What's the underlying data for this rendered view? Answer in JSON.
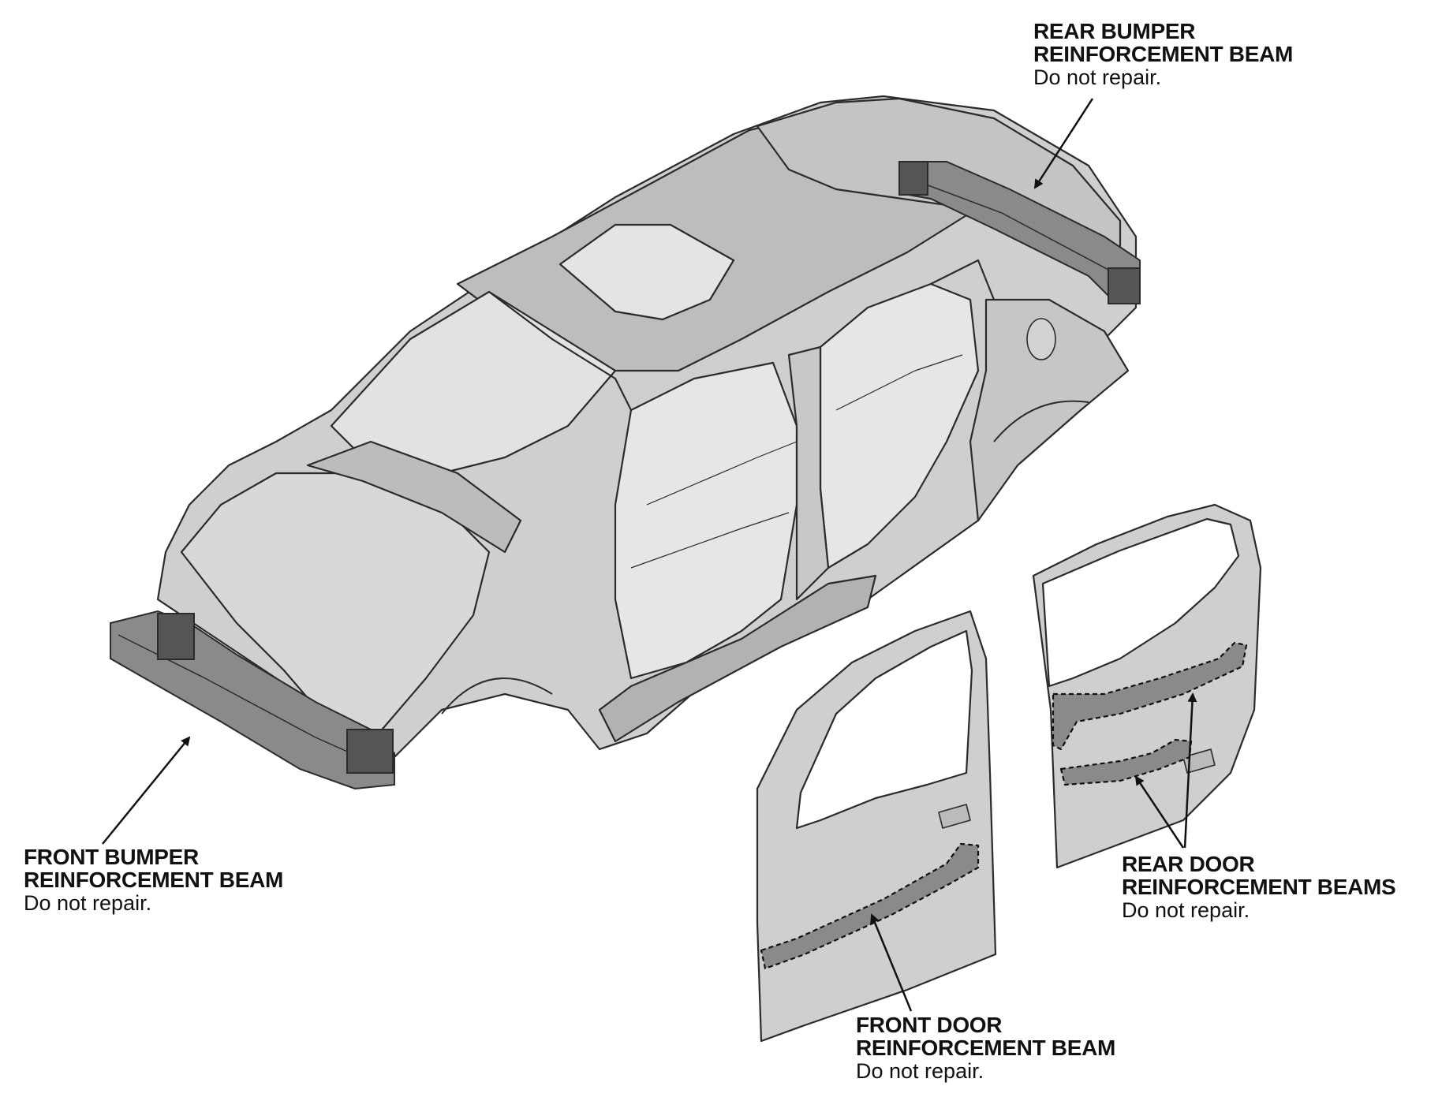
{
  "callouts": {
    "rear_bumper": {
      "line1": "REAR BUMPER",
      "line2": "REINFORCEMENT BEAM",
      "note": "Do not repair."
    },
    "front_bumper": {
      "line1": "FRONT BUMPER",
      "line2": "REINFORCEMENT BEAM",
      "note": "Do not repair."
    },
    "rear_door": {
      "line1": "REAR DOOR",
      "line2": "REINFORCEMENT BEAMS",
      "note": "Do not repair."
    },
    "front_door": {
      "line1": "FRONT DOOR",
      "line2": "REINFORCEMENT BEAM",
      "note": "Do not repair."
    }
  },
  "colors": {
    "body_fill": "#cfcfcf",
    "body_shade": "#b4b4b4",
    "opening_fill": "#e2e2e2",
    "line": "#2b2b2b",
    "beam": "#8a8a8a",
    "beam_dark": "#555555"
  }
}
